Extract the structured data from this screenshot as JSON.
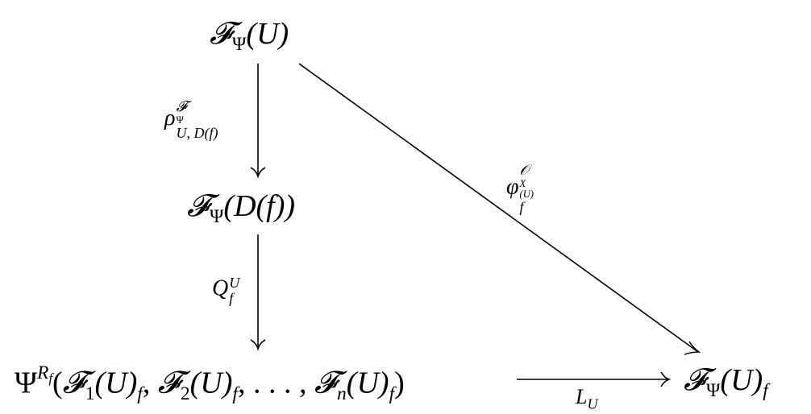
{
  "diagram": {
    "type": "commutative-diagram",
    "nodes": {
      "top": {
        "label": "𝓕_Ψ(U)",
        "base": "𝓕",
        "sub": "Ψ",
        "arg": "(U)"
      },
      "middle": {
        "label": "𝓕_Ψ(D(f))",
        "base": "𝓕",
        "sub": "Ψ",
        "arg": "(D(f))"
      },
      "bottom_left": {
        "label": "Ψ^{R_f}(𝓕_1(U)_f, 𝓕_2(U)_f, …, 𝓕_n(U)_f)",
        "psi": "Ψ",
        "sup_base": "R",
        "sup_sub": "f",
        "open": "(",
        "f1": "𝓕",
        "f1_sub": "1",
        "f1_arg": "(U)",
        "f1_argsub": "f",
        "comma1": ", ",
        "f2": "𝓕",
        "f2_sub": "2",
        "f2_arg": "(U)",
        "f2_argsub": "f",
        "ellipsis": ", . . . , ",
        "fn": "𝓕",
        "fn_sub": "n",
        "fn_arg": "(U)",
        "fn_argsub": "f",
        "close": ")"
      },
      "bottom_right": {
        "label": "𝓕_Ψ(U)_f",
        "base": "𝓕",
        "sub": "Ψ",
        "arg": "(U)",
        "argsub": "f"
      }
    },
    "arrows": [
      {
        "from": "top",
        "to": "middle",
        "label": "ρ^{𝓕_Ψ}_{U,D(f)}",
        "sym": "ρ",
        "sup": "𝓕",
        "sup_sub": "Ψ",
        "sub": "U, D(f)"
      },
      {
        "from": "middle",
        "to": "bottom_left",
        "label": "Q^U_f",
        "sym": "Q",
        "sup": "U",
        "sub": "f"
      },
      {
        "from": "top",
        "to": "bottom_right",
        "label": "φ_f^{𝒪_X(U)}",
        "sym": "φ",
        "sub": "f",
        "sup": "𝒪",
        "sup_sub": "X",
        "sup_arg": "(U)"
      },
      {
        "from": "bottom_left",
        "to": "bottom_right",
        "label": "L_U",
        "sym": "L",
        "sub": "U"
      }
    ],
    "colors": {
      "ink": "#000000",
      "background": "#ffffff"
    }
  }
}
